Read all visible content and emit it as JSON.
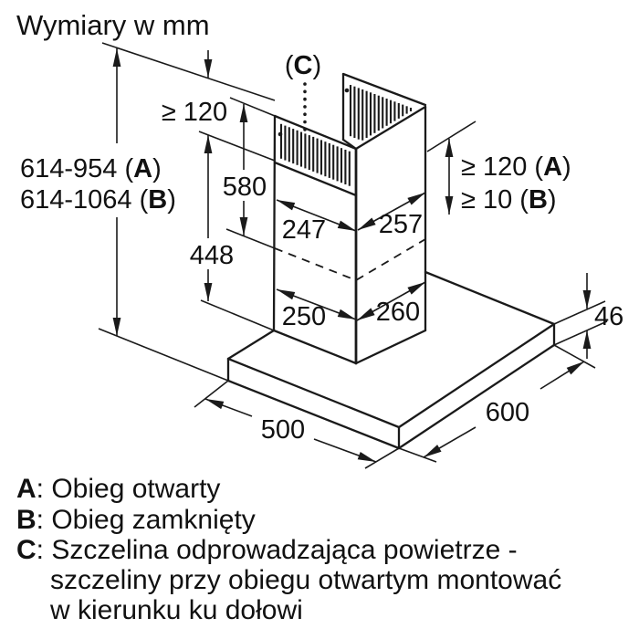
{
  "title": "Wymiary w mm",
  "labels": {
    "outlet": {
      "pre": "(",
      "key": "C",
      "post": ")"
    },
    "clearance_left": "≥ 120",
    "height_a": {
      "pre": "614-954 (",
      "key": "A",
      "post": ")"
    },
    "height_b": {
      "pre": "614-1064 (",
      "key": "B",
      "post": ")"
    },
    "upper_duct": "580",
    "lower_duct": "448",
    "top_left_width": "247",
    "top_right_width": "257",
    "bottom_left_width": "250",
    "bottom_right_width": "260",
    "clearance_right_a": {
      "pre": "≥ 120 (",
      "key": "A",
      "post": ")"
    },
    "clearance_right_b": {
      "pre": "≥ 10 (",
      "key": "B",
      "post": ")"
    },
    "hood_height": "46",
    "hood_depth": "500",
    "hood_width": "600"
  },
  "legend": [
    {
      "key": "A",
      "text": ": Obieg otwarty"
    },
    {
      "key": "B",
      "text": ": Obieg zamknięty"
    },
    {
      "key": "C",
      "text": ": Szczelina odprowadzająca powietrze -",
      "cont": [
        "szczeliny przy obiegu otwartym montować",
        "w kierunku ku dołowi"
      ]
    }
  ]
}
